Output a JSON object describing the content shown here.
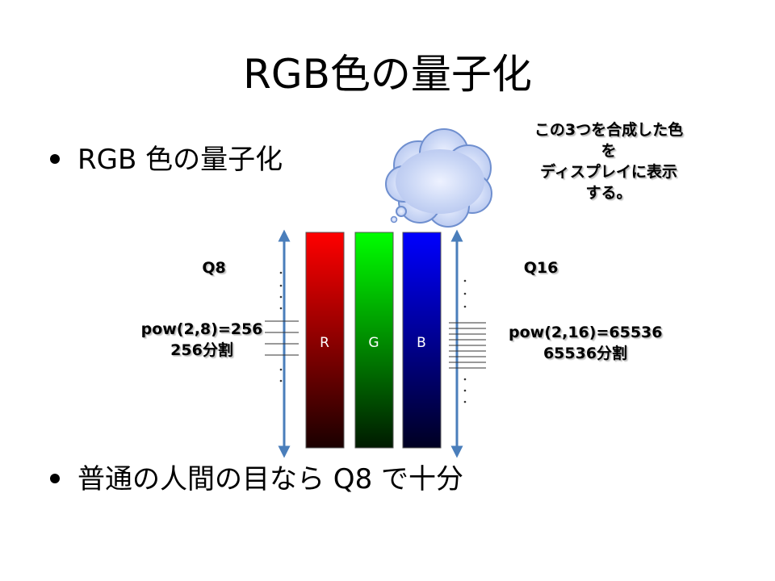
{
  "slide": {
    "title": "RGB色の量子化",
    "bullets": [
      "RGB 色の量子化",
      "普通の人間の目なら Q8 で十分"
    ]
  },
  "diagram": {
    "channels": [
      {
        "letter": "R",
        "color_top": "#ff0000",
        "color_bottom": "#1a0000"
      },
      {
        "letter": "G",
        "color_top": "#00ff00",
        "color_bottom": "#001a00"
      },
      {
        "letter": "B",
        "color_top": "#0000ff",
        "color_bottom": "#000022"
      }
    ],
    "left": {
      "label": "Q8",
      "formula": "pow(2,8)=256",
      "levels": "256分割"
    },
    "right": {
      "label": "Q16",
      "formula": "pow(2,16)=65536",
      "levels": "65536分割"
    },
    "note_lines": [
      "この3つを合成した色",
      "を",
      "ディスプレイに表示",
      "する。"
    ],
    "arrow_color": "#4a7ebb"
  }
}
